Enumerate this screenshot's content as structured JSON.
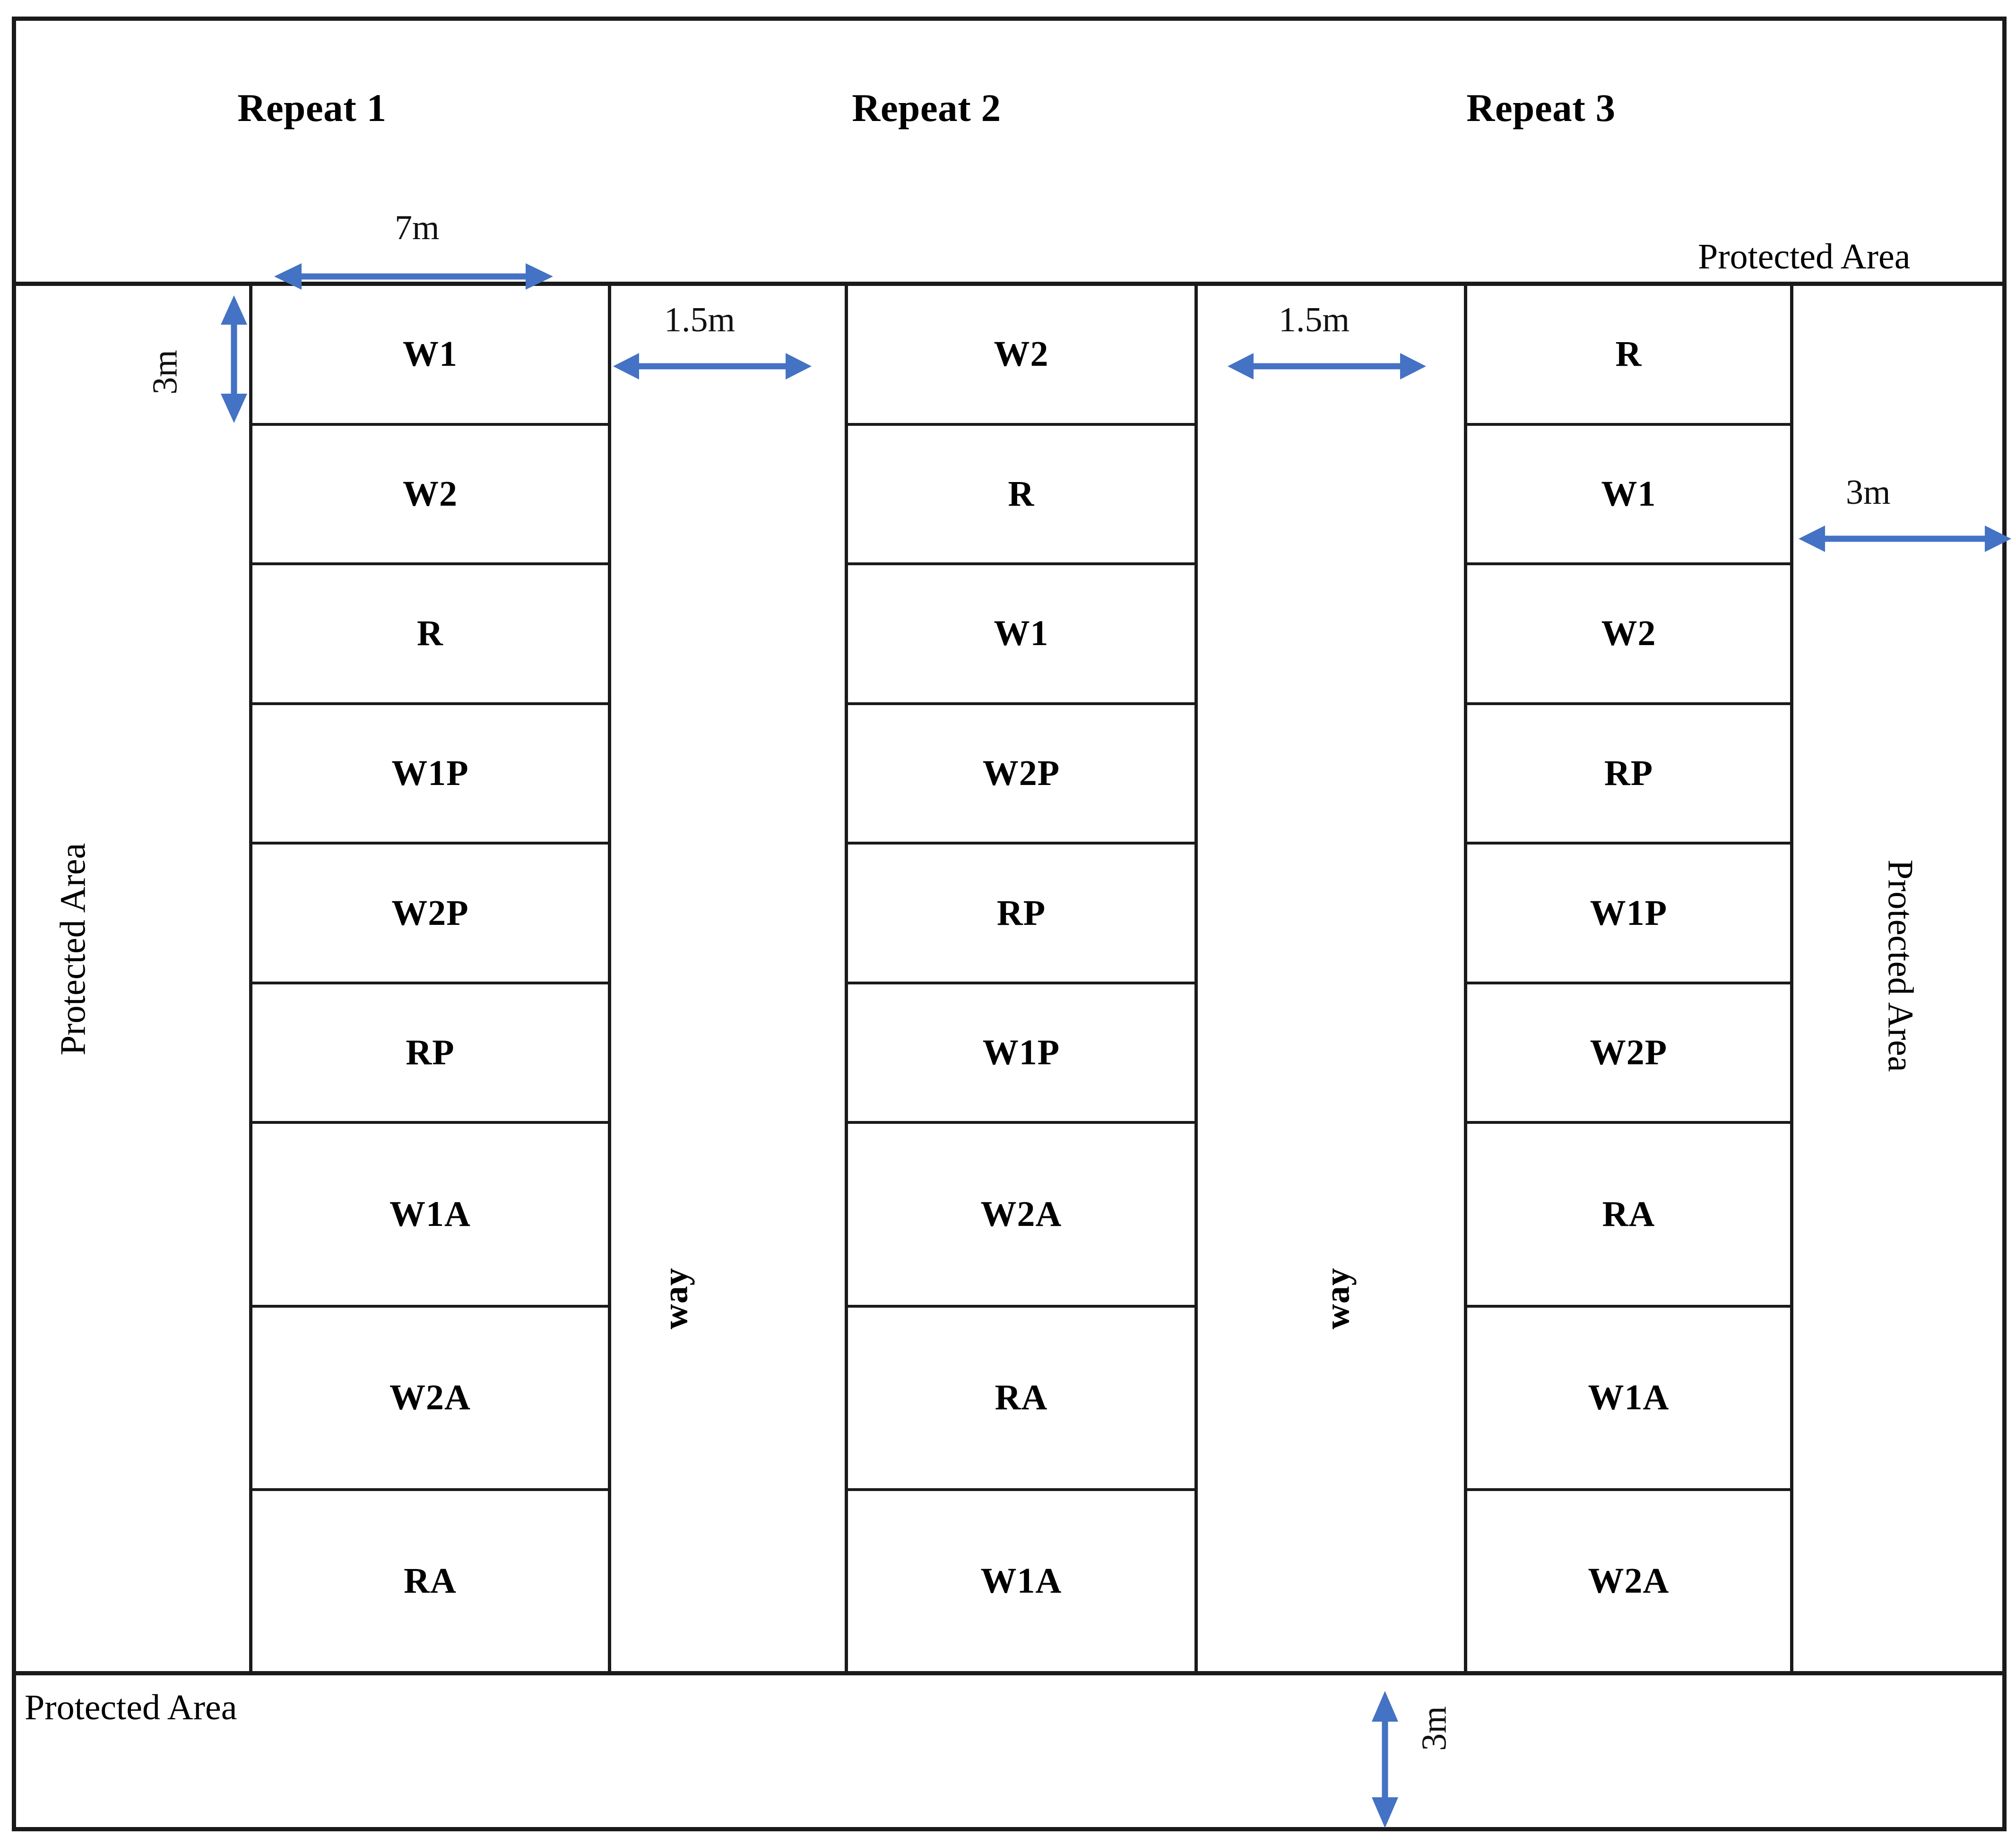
{
  "figure": {
    "type": "field-trial-plot-layout",
    "accent_color": "#4472C4",
    "line_color": "#1a1a1a",
    "background": "#ffffff"
  },
  "headings": {
    "repeat1": "Repeat 1",
    "repeat2": "Repeat 2",
    "repeat3": "Repeat 3"
  },
  "protected_area": {
    "top_right": "Protected Area",
    "left": "Protected Area",
    "right": "Protected Area",
    "bottom_left": "Protected Area"
  },
  "pathways": {
    "way1": "way",
    "way2": "way"
  },
  "dimensions": {
    "plot_width": "7m",
    "plot_height": "3m",
    "gap_way1": "1.5m",
    "gap_way2": "1.5m",
    "margin_right": "3m",
    "margin_bottom": "3m"
  },
  "chart_data": {
    "type": "table",
    "title": "Field experiment plot layout",
    "columns": [
      "Repeat 1",
      "Repeat 2",
      "Repeat 3"
    ],
    "rows_per_repeat": 9,
    "series": [
      {
        "name": "Repeat 1",
        "values": [
          "W1",
          "W2",
          "R",
          "W1P",
          "W2P",
          "RP",
          "W1A",
          "W2A",
          "RA"
        ]
      },
      {
        "name": "Repeat 2",
        "values": [
          "W2",
          "R",
          "W1",
          "W2P",
          "RP",
          "W1P",
          "W2A",
          "RA",
          "W1A"
        ]
      },
      {
        "name": "Repeat 3",
        "values": [
          "R",
          "W1",
          "W2",
          "RP",
          "W1P",
          "W2P",
          "RA",
          "W1A",
          "W2A"
        ]
      }
    ],
    "annotations": [
      "7m = plot width",
      "3m = plot height",
      "1.5m = pathway width between repeats",
      "3m = protected area margin (right)",
      "3m = protected area margin (bottom)"
    ]
  }
}
